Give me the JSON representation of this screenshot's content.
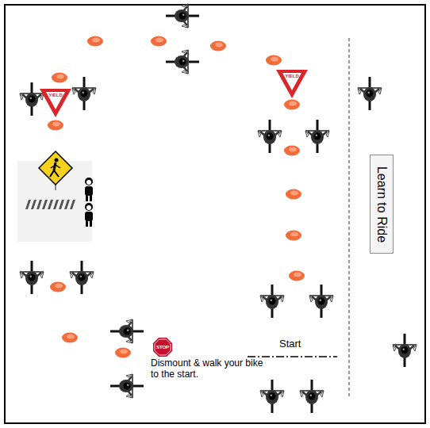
{
  "diagram": {
    "nodes": [
      {
        "text": [
          "YIELD"
        ]
      },
      {
        "text": [
          "YIELD"
        ]
      },
      {
        "text": [
          "Learn to Ride"
        ]
      },
      {
        "text": [
          "STOP"
        ]
      }
    ],
    "labels": [
      "Start",
      "Dismount & walk your bike to the start."
    ]
  }
}
